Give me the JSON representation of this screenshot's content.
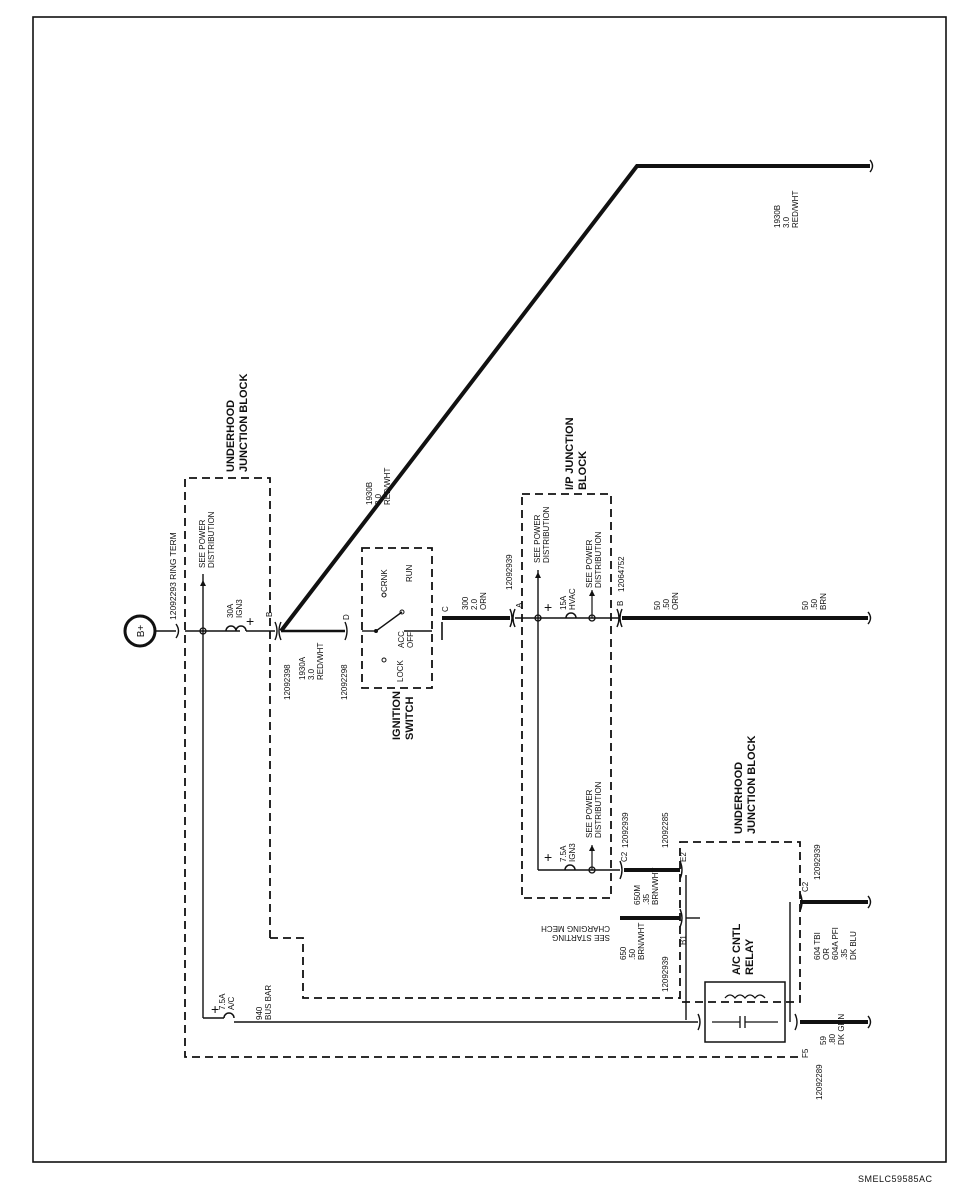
{
  "diagram": {
    "battery": "B+",
    "ring_term": "12092293 RING TERM",
    "underhood_block_top": [
      "UNDERHOOD",
      "JUNCTION BLOCK"
    ],
    "underhood_block_bottom": [
      "UNDERHOOD",
      "JUNCTION BLOCK"
    ],
    "ip_block": [
      "I/P  JUNCTION",
      "BLOCK"
    ],
    "see_power_distribution": [
      "SEE POWER",
      "DISTRIBUTION"
    ],
    "see_starting": [
      "SEE STARTING",
      "CHARGING MECH"
    ],
    "fuse_30a": [
      "30A",
      "IGN3"
    ],
    "fuse_15a": [
      "15A",
      "HVAC"
    ],
    "fuse_7_5a_ign": [
      "7.5A",
      "IGN3"
    ],
    "fuse_7_5a_ac": [
      "7.5A",
      "A/C"
    ],
    "ignition_switch": [
      "IGNITION",
      "SWITCH"
    ],
    "switch_positions": {
      "lock": "LOCK",
      "acc_off": [
        "ACC",
        "OFF"
      ],
      "run": "RUN",
      "crank": "CRNK"
    },
    "ac_relay": [
      "A/C CNTL",
      "RELAY"
    ],
    "bus_bar": [
      "940",
      "BUS BAR"
    ],
    "connectors": {
      "b_top": "B",
      "b_top_part": "12092398",
      "d": "D",
      "d_part": "12092298",
      "c": "C",
      "a_ip": "A",
      "a_ip_part": "12092939",
      "b_ip": "B",
      "b_ip_part": "12064752",
      "c2_ip": "C2",
      "c2_ip_part": "12092939",
      "e2": "E2",
      "e2_part": "12092285",
      "b1": "B1",
      "b1_part": "12092939",
      "c2": "C2",
      "c2_part": "12092939",
      "f5": "F5",
      "f5_part": "12092289"
    },
    "wires": {
      "w1930a": [
        "1930A",
        "3.0",
        "RED/WHT"
      ],
      "w1930b_diag": [
        "1930B",
        "3.0",
        "RED/WHT"
      ],
      "w1930b_right": [
        "1930B",
        "3.0",
        "RED/WHT"
      ],
      "w300": [
        "300",
        "2.0",
        "ORN"
      ],
      "w50_a": [
        "50",
        ".50",
        "ORN"
      ],
      "w50_b": [
        "50",
        ".50",
        "BRN"
      ],
      "w650m": [
        "650M",
        ".35",
        "BRN/WHT"
      ],
      "w650": [
        "650",
        ".50",
        "BRN/WHT"
      ],
      "w604": [
        "604 TBI",
        "OR",
        "604A PFI",
        ".35",
        "DK BLU"
      ],
      "w59": [
        "59",
        ".80",
        "DK GRN"
      ]
    },
    "drawing_code": "SMELC59585AC"
  }
}
